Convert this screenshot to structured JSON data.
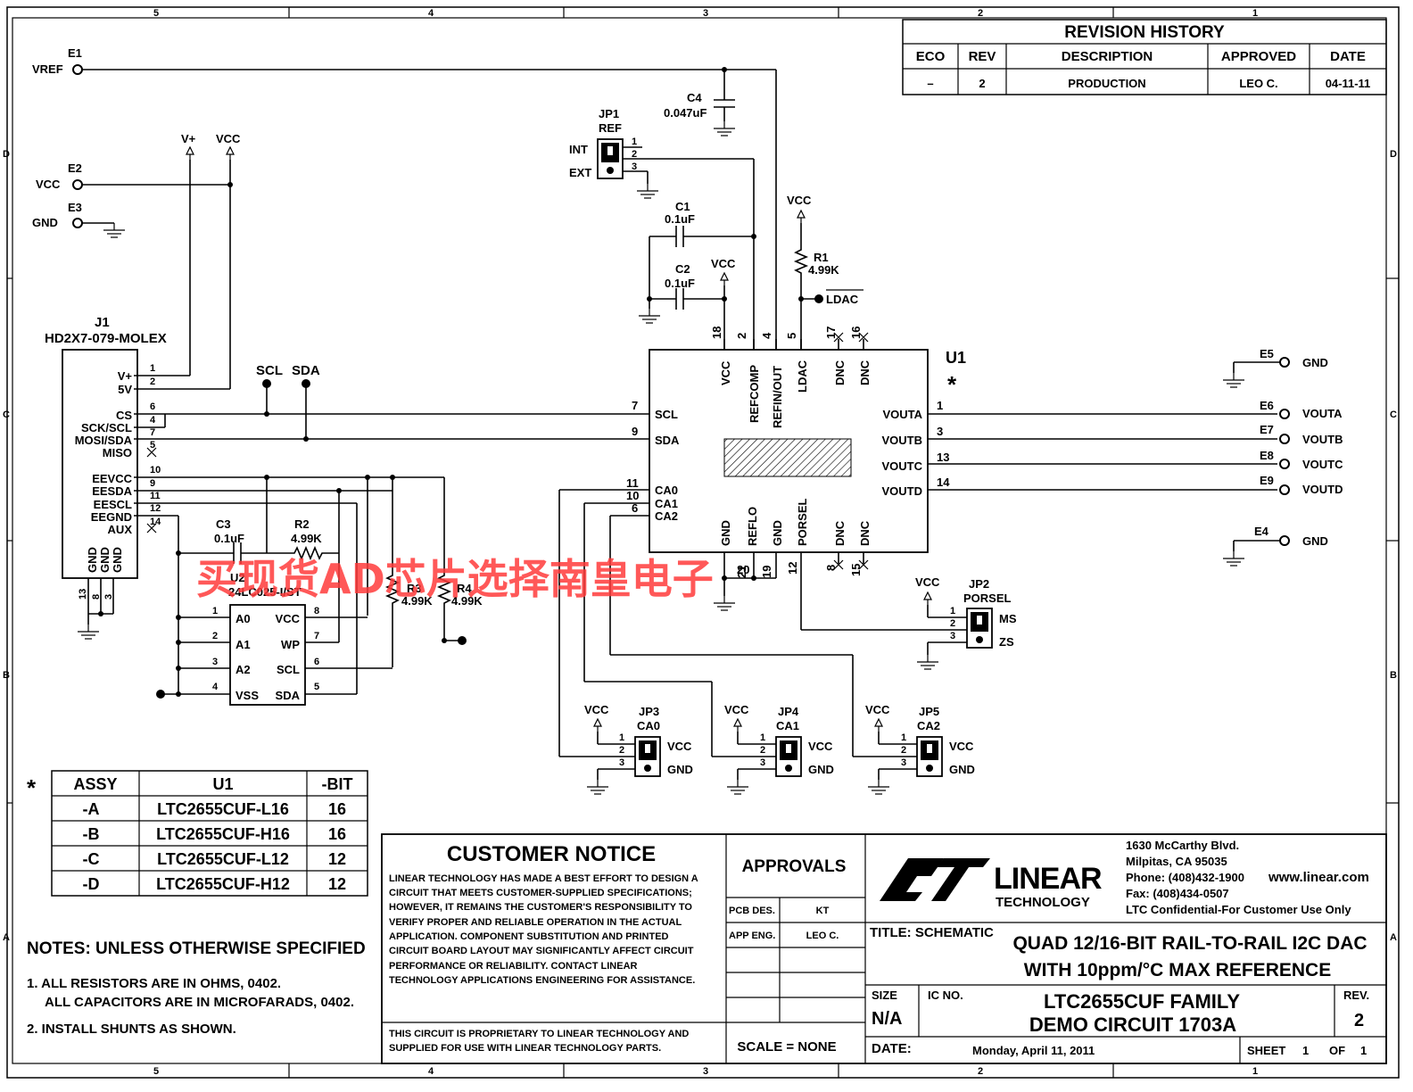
{
  "border": {
    "col_labels": [
      "5",
      "4",
      "3",
      "2",
      "1"
    ],
    "row_labels": [
      "D",
      "C",
      "B",
      "A"
    ]
  },
  "revision_history": {
    "title": "REVISION HISTORY",
    "headers": [
      "ECO",
      "REV",
      "DESCRIPTION",
      "APPROVED",
      "DATE"
    ],
    "row": [
      "–",
      "2",
      "PRODUCTION",
      "LEO C.",
      "04-11-11"
    ]
  },
  "terminals": {
    "e1": {
      "ref": "E1",
      "net": "VREF"
    },
    "e2": {
      "ref": "E2",
      "net": "VCC"
    },
    "e3": {
      "ref": "E3",
      "net": "GND"
    },
    "e4": {
      "ref": "E4",
      "net": "GND"
    },
    "e5": {
      "ref": "E5",
      "net": "GND"
    },
    "e6": {
      "ref": "E6",
      "net": "VOUTA"
    },
    "e7": {
      "ref": "E7",
      "net": "VOUTB"
    },
    "e8": {
      "ref": "E8",
      "net": "VOUTC"
    },
    "e9": {
      "ref": "E9",
      "net": "VOUTD"
    }
  },
  "power_labels": {
    "vplus": "V+",
    "vcc": "VCC"
  },
  "j1": {
    "ref": "J1",
    "part": "HD2X7-079-MOLEX",
    "pins_left": [
      "V+",
      "5V",
      "CS",
      "SCK/SCL",
      "MOSI/SDA",
      "MISO",
      "EEVCC",
      "EESDA",
      "EESCL",
      "EEGND",
      "AUX"
    ],
    "pin_nums": [
      "1",
      "2",
      "6",
      "4",
      "7",
      "5",
      "10",
      "9",
      "11",
      "12",
      "14"
    ],
    "gnd_pins": [
      "GND",
      "GND",
      "GND"
    ],
    "gnd_nums": [
      "13",
      "8",
      "3"
    ]
  },
  "bus_labels": {
    "scl": "SCL",
    "sda": "SDA"
  },
  "c3": {
    "ref": "C3",
    "value": "0.1uF"
  },
  "r2": {
    "ref": "R2",
    "value": "4.99K"
  },
  "r3": {
    "ref": "R3",
    "value": "4.99K"
  },
  "r4": {
    "ref": "R4",
    "value": "4.99K"
  },
  "u2": {
    "ref": "U2",
    "part": "24LC025-I/ST",
    "left_pins": [
      "A0",
      "A1",
      "A2",
      "VSS"
    ],
    "left_nums": [
      "1",
      "2",
      "3",
      "4"
    ],
    "right_pins": [
      "VCC",
      "WP",
      "SCL",
      "SDA"
    ],
    "right_nums": [
      "8",
      "7",
      "6",
      "5"
    ]
  },
  "c4": {
    "ref": "C4",
    "value": "0.047uF"
  },
  "c1": {
    "ref": "C1",
    "value": "0.1uF"
  },
  "c2": {
    "ref": "C2",
    "value": "0.1uF"
  },
  "r1": {
    "ref": "R1",
    "value": "4.99K"
  },
  "ldac_label": "LDAC",
  "jp1": {
    "ref": "JP1",
    "name": "REF",
    "opt1": "INT",
    "opt2": "EXT",
    "pins": [
      "1",
      "2",
      "3"
    ]
  },
  "jp2": {
    "ref": "JP2",
    "name": "PORSEL",
    "opt1": "MS",
    "opt2": "ZS",
    "pins": [
      "1",
      "2",
      "3"
    ]
  },
  "jp3": {
    "ref": "JP3",
    "name": "CA0",
    "opt1": "VCC",
    "opt2": "GND",
    "pins": [
      "1",
      "2",
      "3"
    ]
  },
  "jp4": {
    "ref": "JP4",
    "name": "CA1",
    "opt1": "VCC",
    "opt2": "GND",
    "pins": [
      "1",
      "2",
      "3"
    ]
  },
  "jp5": {
    "ref": "JP5",
    "name": "CA2",
    "opt1": "VCC",
    "opt2": "GND",
    "pins": [
      "1",
      "2",
      "3"
    ]
  },
  "u1": {
    "ref": "U1",
    "star": "*",
    "top_pins": [
      "VCC",
      "REFCOMP",
      "REFIN/OUT",
      "LDAC",
      "DNC",
      "DNC"
    ],
    "top_nums": [
      "18",
      "2",
      "4",
      "5",
      "17",
      "16"
    ],
    "left_pins": [
      "SCL",
      "SDA",
      "CA0",
      "CA1",
      "CA2"
    ],
    "left_nums": [
      "7",
      "9",
      "11",
      "10",
      "6"
    ],
    "right_pins": [
      "VOUTA",
      "VOUTB",
      "VOUTC",
      "VOUTD"
    ],
    "right_nums": [
      "1",
      "3",
      "13",
      "14"
    ],
    "bottom_pins": [
      "GND",
      "REFLO",
      "GND",
      "PORSEL",
      "DNC",
      "DNC"
    ],
    "bottom_nums": [
      "21",
      "20",
      "19",
      "12",
      "8",
      "15"
    ]
  },
  "assy_table": {
    "star": "*",
    "headers": [
      "ASSY",
      "U1",
      "-BIT"
    ],
    "rows": [
      [
        "-A",
        "LTC2655CUF-L16",
        "16"
      ],
      [
        "-B",
        "LTC2655CUF-H16",
        "16"
      ],
      [
        "-C",
        "LTC2655CUF-L12",
        "12"
      ],
      [
        "-D",
        "LTC2655CUF-H12",
        "12"
      ]
    ]
  },
  "notes": {
    "title": "NOTES:  UNLESS OTHERWISE SPECIFIED",
    "n1a": "1.  ALL RESISTORS ARE IN OHMS, 0402.",
    "n1b": "ALL CAPACITORS ARE IN MICROFARADS, 0402.",
    "n2": "2.  INSTALL SHUNTS AS SHOWN."
  },
  "watermark": "买现货AD芯片选择南皇电子",
  "customer_notice": {
    "title": "CUSTOMER NOTICE",
    "lines": [
      "LINEAR TECHNOLOGY HAS MADE A BEST EFFORT TO DESIGN A",
      "CIRCUIT THAT MEETS CUSTOMER-SUPPLIED SPECIFICATIONS;",
      "HOWEVER, IT REMAINS THE CUSTOMER'S RESPONSIBILITY TO",
      "VERIFY PROPER AND RELIABLE OPERATION IN THE ACTUAL",
      "APPLICATION.  COMPONENT SUBSTITUTION AND PRINTED",
      "CIRCUIT BOARD LAYOUT MAY SIGNIFICANTLY AFFECT CIRCUIT",
      "PERFORMANCE OR RELIABILITY.  CONTACT LINEAR",
      "TECHNOLOGY APPLICATIONS ENGINEERING FOR ASSISTANCE."
    ],
    "proprietary1": "THIS CIRCUIT IS PROPRIETARY TO LINEAR TECHNOLOGY AND",
    "proprietary2": "SUPPLIED FOR USE WITH LINEAR TECHNOLOGY PARTS."
  },
  "approvals": {
    "title": "APPROVALS",
    "rows": [
      [
        "PCB DES.",
        "KT"
      ],
      [
        "APP ENG.",
        "LEO C."
      ]
    ],
    "scale": "SCALE = NONE"
  },
  "company": {
    "logo_main": "LINEAR",
    "logo_sub": "TECHNOLOGY",
    "addr1": "1630 McCarthy Blvd.",
    "addr2": "Milpitas, CA 95035",
    "phone": "Phone: (408)432-1900",
    "web": "www.linear.com",
    "fax": "Fax: (408)434-0507",
    "conf": "LTC Confidential-For Customer Use Only"
  },
  "title_block": {
    "title_label": "TITLE:  SCHEMATIC",
    "title1": "QUAD 12/16-BIT RAIL-TO-RAIL I2C DAC",
    "title2": "WITH 10ppm/°C MAX REFERENCE",
    "size_label": "SIZE",
    "size": "N/A",
    "icno_label": "IC NO.",
    "part1": "LTC2655CUF FAMILY",
    "part2": "DEMO CIRCUIT 1703A",
    "rev_label": "REV.",
    "rev": "2",
    "date_label": "DATE:",
    "date": "Monday, April 11, 2011",
    "sheet_label": "SHEET",
    "sheet": "1",
    "of_label": "OF",
    "of": "1"
  }
}
